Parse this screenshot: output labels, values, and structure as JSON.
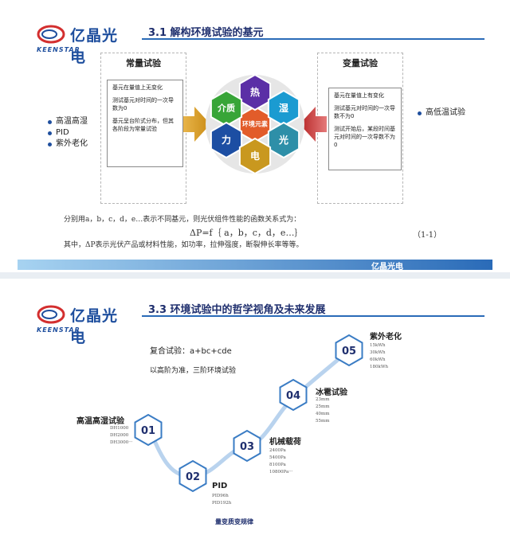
{
  "brand": {
    "cn": "亿晶光电",
    "en": "KEENSTAR"
  },
  "slide1": {
    "title": "3.1  解构环境试验的基元",
    "left_panel_title": "常量试验",
    "right_panel_title": "变量试验",
    "left_notes": [
      "基元在量值上无变化",
      "测试基元对时间的一次导数为0",
      "基元呈台阶式分布，但其各阶段为常量试验"
    ],
    "right_notes": [
      "基元在量值上有变化",
      "测试基元对时间的一次导数不为0",
      "测试开始后，某段时间基元对时间的一次导数不为0"
    ],
    "left_bullets": [
      "高温高湿",
      "PID",
      "紫外老化"
    ],
    "right_bullets": [
      "高低温试验"
    ],
    "hex_center": "环境元素",
    "hex": {
      "top": "热",
      "top_left": "介质",
      "top_right": "湿",
      "bottom_left": "力",
      "bottom_right": "光",
      "bottom": "电"
    },
    "hex_colors": {
      "top": "#5b2fa6",
      "top_left": "#38a538",
      "top_right": "#1b9bd1",
      "bottom_left": "#1c4ea3",
      "bottom_right": "#2e8fa8",
      "bottom": "#c9981f",
      "center": "#e25c2a"
    },
    "eq_line1": "分别用a，b，c，d，e…表示不同基元，则光伏组件性能的函数关系式为：",
    "eq_formula": "ΔP=f｛ a，b，c，d，e…｝",
    "eq_number": "（1-1）",
    "eq_line2": "其中，ΔP表示光伏产品或材料性能，如功率，拉伸强度，断裂伸长率等等。",
    "footer": "亿晶光电"
  },
  "slide2": {
    "title": "3.3  环境试验中的哲学视角及未来发展",
    "formula": "复合试验：a+bc+cde",
    "formula_note": "以高阶为准，三阶环境试验",
    "steps": [
      {
        "num": "01",
        "label": "高温高湿试验",
        "details": [
          "DH1000",
          "DH2000",
          "DH3000···"
        ]
      },
      {
        "num": "02",
        "label": "PID",
        "details": [
          "PID96h",
          "PID192h"
        ]
      },
      {
        "num": "03",
        "label": "机械载荷",
        "details": [
          "2400Pa",
          "5400Pa",
          "8100Pa",
          "10800Pa···"
        ]
      },
      {
        "num": "04",
        "label": "冰雹试验",
        "details": [
          "23mm",
          "25mm",
          "40mm",
          "55mm"
        ]
      },
      {
        "num": "05",
        "label": "紫外老化",
        "details": [
          "15kWh",
          "30kWh",
          "60kWh",
          "180kWh"
        ]
      }
    ],
    "bottom": "量变质变规律"
  }
}
